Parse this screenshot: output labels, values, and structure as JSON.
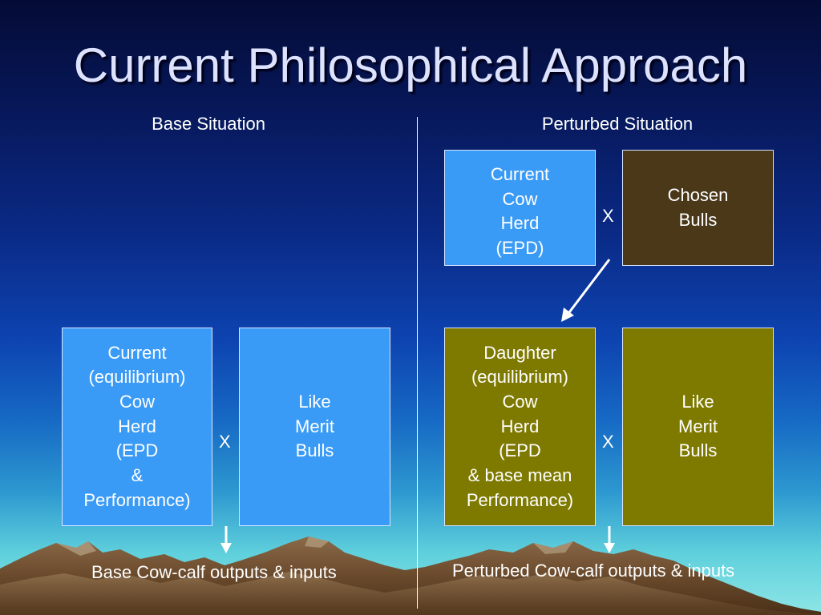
{
  "slide": {
    "title": "Current Philosophical Approach"
  },
  "base": {
    "heading": "Base Situation",
    "cow_herd": "Current\n(equilibrium)\nCow\nHerd\n(EPD\n&\nPerformance)",
    "operator": "X",
    "bulls": "Like\nMerit\nBulls",
    "output": "Base Cow-calf outputs & inputs"
  },
  "perturbed": {
    "heading": "Perturbed Situation",
    "current_herd": "Current\nCow\nHerd\n(EPD)",
    "operator_top": "X",
    "chosen_bulls": "Chosen\nBulls",
    "daughter_herd": "Daughter\n(equilibrium)\nCow\nHerd\n(EPD\n& base mean\nPerformance)",
    "operator_bottom": "X",
    "bulls": "Like\nMerit\nBulls",
    "output": "Perturbed Cow-calf outputs & inputs"
  },
  "colors": {
    "blue_box": "#3a9bf6",
    "olive_box": "#7e7a00",
    "brown_box": "#4a3819"
  }
}
